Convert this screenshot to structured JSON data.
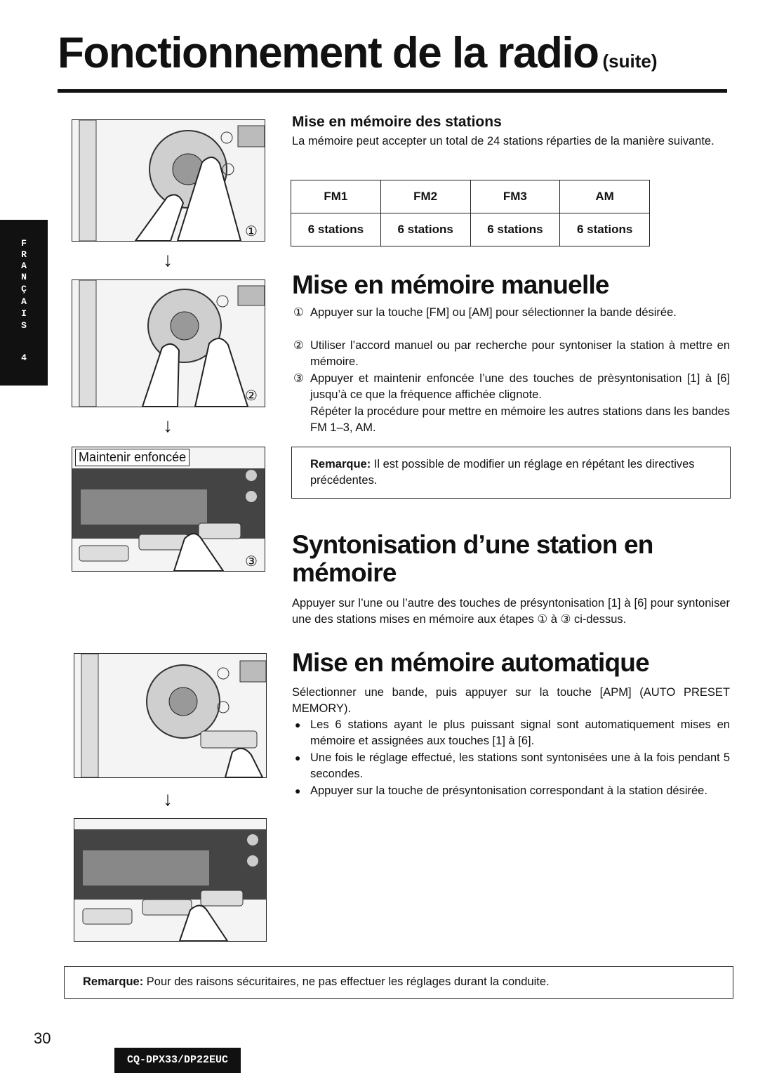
{
  "header": {
    "title": "Fonctionnement de la radio",
    "title_suffix": "(suite)"
  },
  "side_tab": {
    "letters": [
      "F",
      "R",
      "A",
      "N",
      "Ç",
      "A",
      "I",
      "S"
    ],
    "number": "4"
  },
  "illustrations": {
    "step1_marker": "①",
    "step2_marker": "②",
    "step3_marker": "③",
    "hold_label": "Maintenir enfoncée"
  },
  "stations_memory": {
    "heading": "Mise en mémoire des stations",
    "intro": "La mémoire peut accepter un total de 24 stations réparties de la manière suivante.",
    "table_headers": [
      "FM1",
      "FM2",
      "FM3",
      "AM"
    ],
    "table_values": [
      "6 stations",
      "6 stations",
      "6 stations",
      "6 stations"
    ]
  },
  "manual_memory": {
    "heading": "Mise en mémoire manuelle",
    "steps": [
      {
        "marker": "①",
        "text": "Appuyer sur la touche [FM] ou [AM] pour sélectionner la bande désirée."
      },
      {
        "marker": "②",
        "text": "Utiliser l’accord manuel ou par recherche pour syntoniser la station à mettre en mémoire."
      },
      {
        "marker": "③",
        "text": "Appuyer et maintenir enfoncée l’une des touches de prèsyntonisation [1] à [6] jusqu’à ce que la fréquence affichée clignote."
      }
    ],
    "repeat_text": "Répéter la procédure pour mettre en mémoire les autres stations dans les bandes FM 1–3, AM.",
    "note_label": "Remarque:",
    "note_text": "Il est possible de modifier un réglage en répétant les directives précédentes."
  },
  "tuning": {
    "heading_line1": "Syntonisation d’une station en",
    "heading_line2": "mémoire",
    "text": "Appuyer sur l’une ou l’autre des touches de présyntonisation [1] à [6] pour syntoniser une des stations mises en mémoire aux étapes ① à ③ ci-dessus."
  },
  "auto_memory": {
    "heading": "Mise en mémoire automatique",
    "intro": "Sélectionner une bande, puis appuyer sur la touche [APM] (AUTO PRESET MEMORY).",
    "bullets": [
      "Les 6 stations ayant le plus puissant signal sont automatiquement mises en mémoire et assignées aux touches [1] à [6].",
      "Une fois le réglage effectué, les stations sont syntonisées une à la fois pendant 5 secondes.",
      "Appuyer sur la touche de présyntonisation correspondant à la station désirée."
    ]
  },
  "footer_note": {
    "label": "Remarque:",
    "text": "Pour des raisons sécuritaires, ne pas effectuer les réglages durant la conduite."
  },
  "footer": {
    "page_number": "30",
    "model": "CQ-DPX33/DP22EUC"
  }
}
